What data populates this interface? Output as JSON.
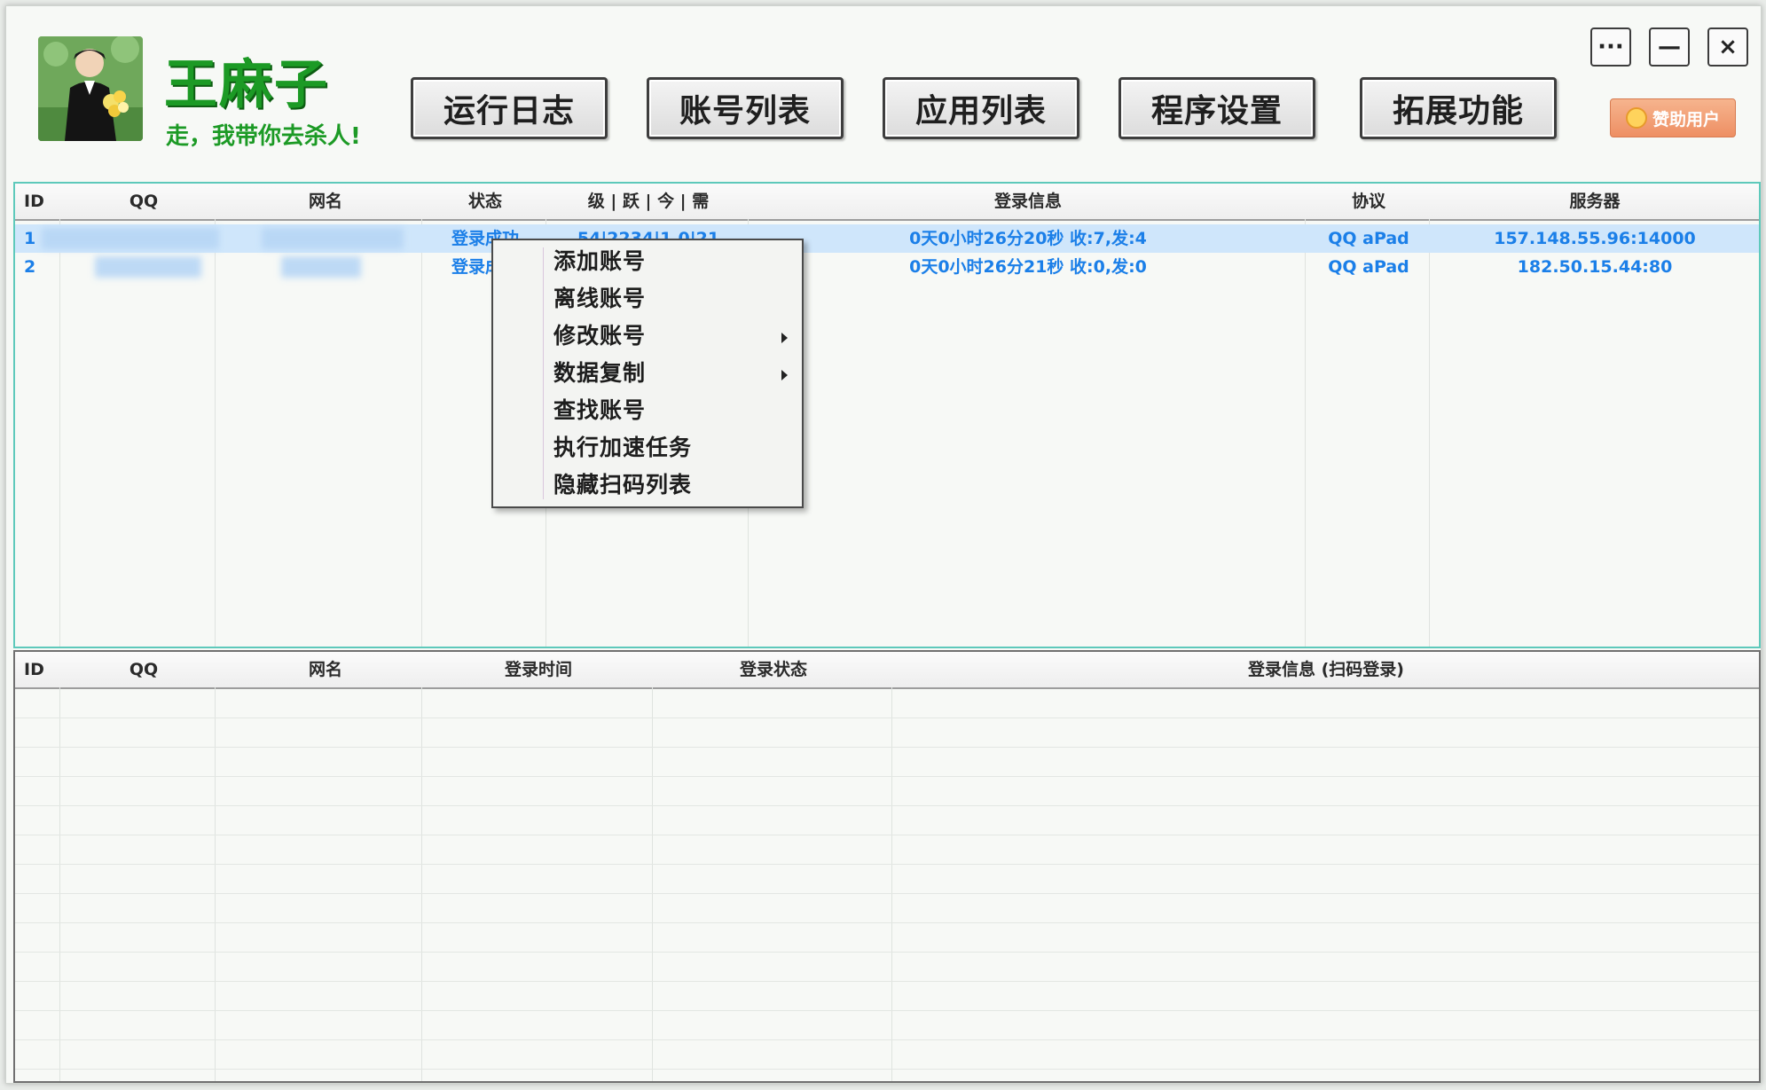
{
  "app": {
    "title": "王麻子",
    "slogan": "走，我带你去杀人!"
  },
  "nav": [
    {
      "label": "运行日志"
    },
    {
      "label": "账号列表"
    },
    {
      "label": "应用列表"
    },
    {
      "label": "程序设置"
    },
    {
      "label": "拓展功能"
    }
  ],
  "window_controls": {
    "more": "···",
    "minimize": "—",
    "close": "×"
  },
  "sponsor": {
    "label": "赞助用户"
  },
  "accounts_table": {
    "columns": [
      "ID",
      "QQ",
      "网名",
      "状态",
      "级 | 跃 | 今 | 需",
      "登录信息",
      "协议",
      "服务器"
    ],
    "rows": [
      {
        "id": "1",
        "status": "登录成功",
        "levels": "54|2234|1.0|21",
        "login_info": "0天0小时26分20秒 收:7,发:4",
        "protocol": "QQ aPad",
        "server": "157.148.55.96:14000"
      },
      {
        "id": "2",
        "status": "登录成功",
        "levels": "",
        "login_info": "0天0小时26分21秒 收:0,发:0",
        "protocol": "QQ aPad",
        "server": "182.50.15.44:80"
      }
    ]
  },
  "scan_table": {
    "columns": [
      "ID",
      "QQ",
      "网名",
      "登录时间",
      "登录状态",
      "登录信息 (扫码登录)"
    ]
  },
  "context_menu": [
    {
      "label": "添加账号",
      "submenu": false
    },
    {
      "label": "离线账号",
      "submenu": false
    },
    {
      "label": "修改账号",
      "submenu": true
    },
    {
      "label": "数据复制",
      "submenu": true
    },
    {
      "label": "查找账号",
      "submenu": false
    },
    {
      "label": "执行加速任务",
      "submenu": false
    },
    {
      "label": "隐藏扫码列表",
      "submenu": false
    }
  ]
}
